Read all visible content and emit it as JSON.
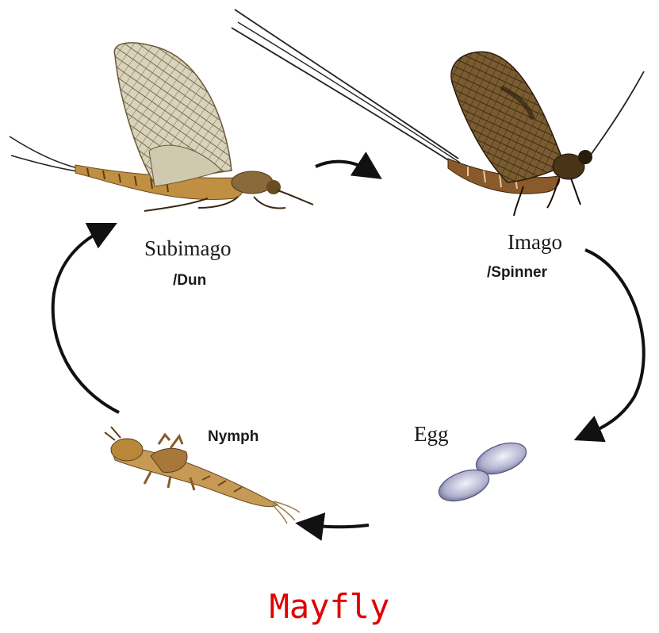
{
  "stages": {
    "subimago": {
      "name": "Subimago",
      "alt": "/Dun"
    },
    "imago": {
      "name": "Imago",
      "alt": "/Spinner"
    },
    "egg": {
      "name": "Egg"
    },
    "nymph": {
      "name": "Nymph"
    }
  },
  "title": {
    "text": "Mayfly",
    "color": "#e00000"
  },
  "colors": {
    "arrow": "#111111",
    "wing": "#c9c2a8",
    "wing_vein": "#6b5a3a",
    "imago_wing": "#5a4526",
    "body": "#b8873a",
    "egg": "#a8a8c8"
  }
}
